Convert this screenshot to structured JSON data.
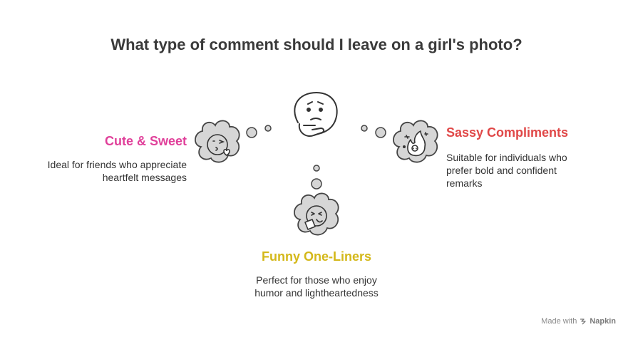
{
  "title": "What type of comment should I leave on a girl's photo?",
  "options": [
    {
      "id": "cute",
      "heading": "Cute & Sweet",
      "description_lines": [
        "Ideal for friends who appreciate",
        "heartfelt messages"
      ],
      "color": "#e0409a",
      "icon": "kissing-face-icon"
    },
    {
      "id": "sassy",
      "heading": "Sassy Compliments",
      "description_lines": [
        "Suitable for individuals who",
        "prefer bold and confident",
        "remarks"
      ],
      "color": "#e04848",
      "icon": "fire-icon"
    },
    {
      "id": "funny",
      "heading": "Funny One-Liners",
      "description_lines": [
        "Perfect for those who enjoy",
        "humor and lightheartedness"
      ],
      "color": "#d4b81a",
      "icon": "laughing-face-icon"
    }
  ],
  "center_icon": "thinking-face-icon",
  "footer": {
    "prefix": "Made with",
    "brand": "Napkin"
  }
}
